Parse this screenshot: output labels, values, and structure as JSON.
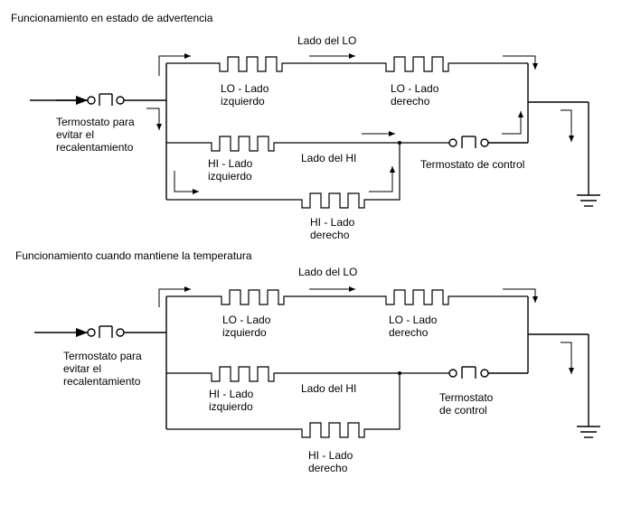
{
  "diagram1": {
    "title": "Funcionamiento en estado de advertencia",
    "label_lado_lo": "Lado del LO",
    "label_lo_izq_1": "LO - Lado",
    "label_lo_izq_2": "izquierdo",
    "label_lo_der_1": "LO - Lado",
    "label_lo_der_2": "derecho",
    "label_hi_izq_1": "HI - Lado",
    "label_hi_izq_2": "izquierdo",
    "label_lado_hi": "Lado del HI",
    "label_hi_der_1": "HI - Lado",
    "label_hi_der_2": "derecho",
    "label_termo_para_1": "Termostato para",
    "label_termo_para_2": "evitar el",
    "label_termo_para_3": "recalentamiento",
    "label_termo_control": "Termostato de control"
  },
  "diagram2": {
    "title": "Funcionamiento cuando mantiene la temperatura",
    "label_lado_lo": "Lado del LO",
    "label_lo_izq_1": "LO - Lado",
    "label_lo_izq_2": "izquierdo",
    "label_lo_der_1": "LO - Lado",
    "label_lo_der_2": "derecho",
    "label_hi_izq_1": "HI - Lado",
    "label_hi_izq_2": "izquierdo",
    "label_lado_hi": "Lado del HI",
    "label_hi_der_1": "HI - Lado",
    "label_hi_der_2": "derecho",
    "label_termo_para_1": "Termostato para",
    "label_termo_para_2": "evitar el",
    "label_termo_para_3": "recalentamiento",
    "label_termo_control_1": "Termostato",
    "label_termo_control_2": "de control"
  }
}
